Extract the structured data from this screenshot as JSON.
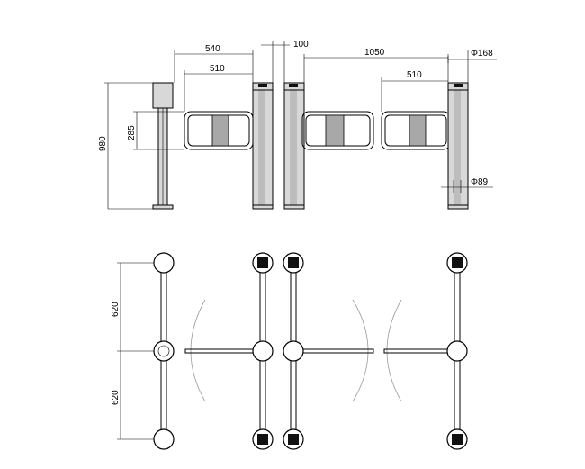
{
  "dimensions": {
    "width_540": "540",
    "width_510_left": "510",
    "width_100": "100",
    "width_1050": "1050",
    "width_510_right": "510",
    "dia_168": "Φ168",
    "dia_89": "Φ89",
    "height_980": "980",
    "height_285": "285",
    "plan_620_top": "620",
    "plan_620_bottom": "620"
  }
}
